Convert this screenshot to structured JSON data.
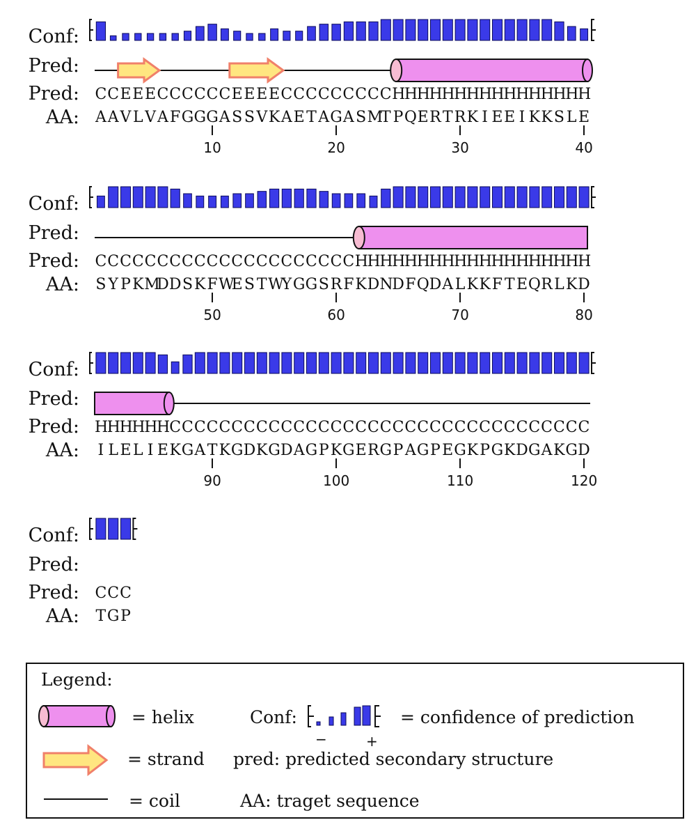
{
  "row_labels": {
    "conf": "Conf:",
    "pred": "Pred:",
    "aa": "AA:"
  },
  "blocks": [
    {
      "pred_ss": "CCEEECCCCCCEEEECCCCCCCCCHHHHHHHHHHHHHHHH",
      "aa": "AAVLVAFGGGASSVKAETAGASMTPQERTRKIEEIKKSLE",
      "confidence": [
        8,
        2,
        3,
        3,
        3,
        3,
        3,
        4,
        6,
        7,
        5,
        4,
        3,
        3,
        5,
        4,
        4,
        6,
        7,
        7,
        8,
        8,
        8,
        9,
        9,
        9,
        9,
        9,
        9,
        9,
        9,
        9,
        9,
        9,
        9,
        9,
        9,
        8,
        6,
        5
      ],
      "ticks": [
        "10",
        "20",
        "30",
        "40"
      ],
      "structure": [
        {
          "type": "coil",
          "from": 1,
          "to": 40
        },
        {
          "type": "strand",
          "from": 3,
          "to": 5
        },
        {
          "type": "strand",
          "from": 12,
          "to": 15
        },
        {
          "type": "helix",
          "from": 25,
          "to": 40
        }
      ]
    },
    {
      "pred_ss": "CCCCCCCCCCCCCCCCCCCCCHHHHHHHHHHHHHHHHHHH",
      "aa": "SYPKMDDSKFWESTWYGGSRFKDNDFQDALKKFTEQRLKD",
      "confidence": [
        5,
        9,
        9,
        9,
        9,
        9,
        8,
        6,
        5,
        5,
        5,
        6,
        6,
        7,
        8,
        8,
        8,
        8,
        7,
        6,
        6,
        6,
        5,
        8,
        9,
        9,
        9,
        9,
        9,
        9,
        9,
        9,
        9,
        9,
        9,
        9,
        9,
        9,
        9,
        9
      ],
      "ticks": [
        "50",
        "60",
        "70",
        "80"
      ],
      "structure": [
        {
          "type": "coil",
          "from": 1,
          "to": 22
        },
        {
          "type": "helix",
          "from": 22,
          "to": 40
        }
      ]
    },
    {
      "pred_ss": "HHHHHHCCCCCCCCCCCCCCCCCCCCCCCCCCCCCCCCCC",
      "aa": "ILELIEKGATKGDKGDAGPKGERGPAGPEGKPGKDGAKGD",
      "confidence": [
        9,
        9,
        9,
        9,
        9,
        8,
        5,
        8,
        9,
        9,
        9,
        9,
        9,
        9,
        9,
        9,
        9,
        9,
        9,
        9,
        9,
        9,
        9,
        9,
        9,
        9,
        9,
        9,
        9,
        9,
        9,
        9,
        9,
        9,
        9,
        9,
        9,
        9,
        9,
        9
      ],
      "ticks": [
        "90",
        "100",
        "110",
        "120"
      ],
      "structure": [
        {
          "type": "helix",
          "from": 1,
          "to": 6
        },
        {
          "type": "coil",
          "from": 6,
          "to": 40
        }
      ]
    },
    {
      "pred_ss": "CCC",
      "aa": "TGP",
      "confidence": [
        9,
        9,
        9
      ],
      "ticks": [],
      "structure": []
    }
  ],
  "legend": {
    "title": "Legend:",
    "helix": "= helix",
    "strand": "= strand",
    "coil": "=  coil",
    "conf_label": "Conf:",
    "conf_desc": "= confidence    of   prediction",
    "minus": "−",
    "plus": "+",
    "pred_desc": "pred:   predicted    secondary     structure",
    "aa_desc": "AA:  traget    sequence"
  },
  "colors": {
    "helix": "#ee90ee",
    "helix_cap": "#f7bcd2",
    "strand_fill": "#ffe680",
    "strand_edge": "#f0806a",
    "bar_fill": "#3a3ae8",
    "bar_edge": "#0b0b5a"
  }
}
